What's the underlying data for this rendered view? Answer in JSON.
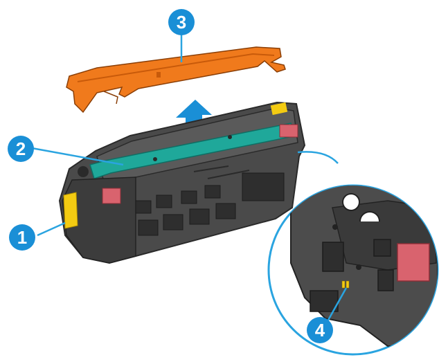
{
  "callouts": [
    {
      "number": "1"
    },
    {
      "number": "2"
    },
    {
      "number": "3"
    },
    {
      "number": "4"
    }
  ],
  "colors": {
    "callout_fill": "#1a8fd6",
    "leader_line": "#2aa4e0",
    "cover": "#f07a1c",
    "cartridge_body": "#4a4a4a",
    "drum": "#1fa89a",
    "toner_label": "#f3cb12",
    "latch_pink": "#d9636e"
  }
}
